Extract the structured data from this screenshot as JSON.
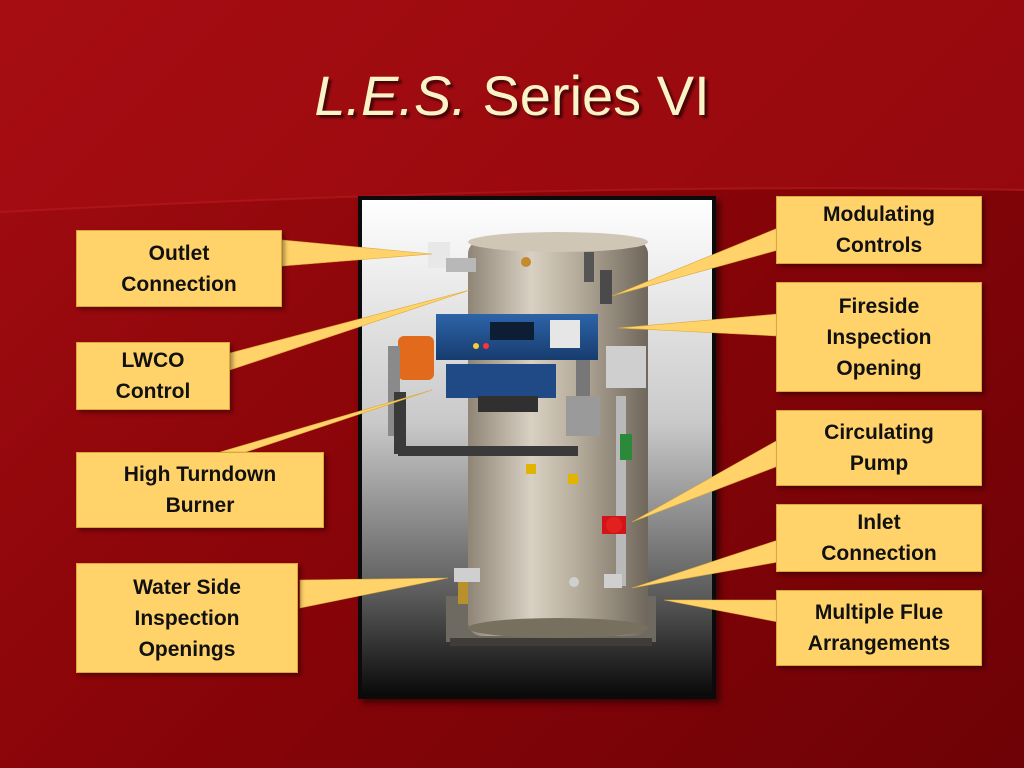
{
  "slide": {
    "title_italic": "L.E.S.",
    "title_rest": " Series VI"
  },
  "callouts": {
    "outlet_connection": "Outlet\nConnection",
    "lwco_control": "LWCO\nControl",
    "high_turndown_burner": "High Turndown\nBurner",
    "water_side_inspection": "Water Side\nInspection\nOpenings",
    "modulating_controls": "Modulating\nControls",
    "fireside_inspection": "Fireside\nInspection\nOpening",
    "circulating_pump": "Circulating\nPump",
    "inlet_connection": "Inlet\nConnection",
    "multiple_flue": "Multiple Flue\nArrangements"
  },
  "colors": {
    "background": "#8a0509",
    "callout_fill": "#ffd26a",
    "title_text": "#fbf3c8",
    "control_panel": "#1f4e8c",
    "pump": "#d2141a"
  }
}
